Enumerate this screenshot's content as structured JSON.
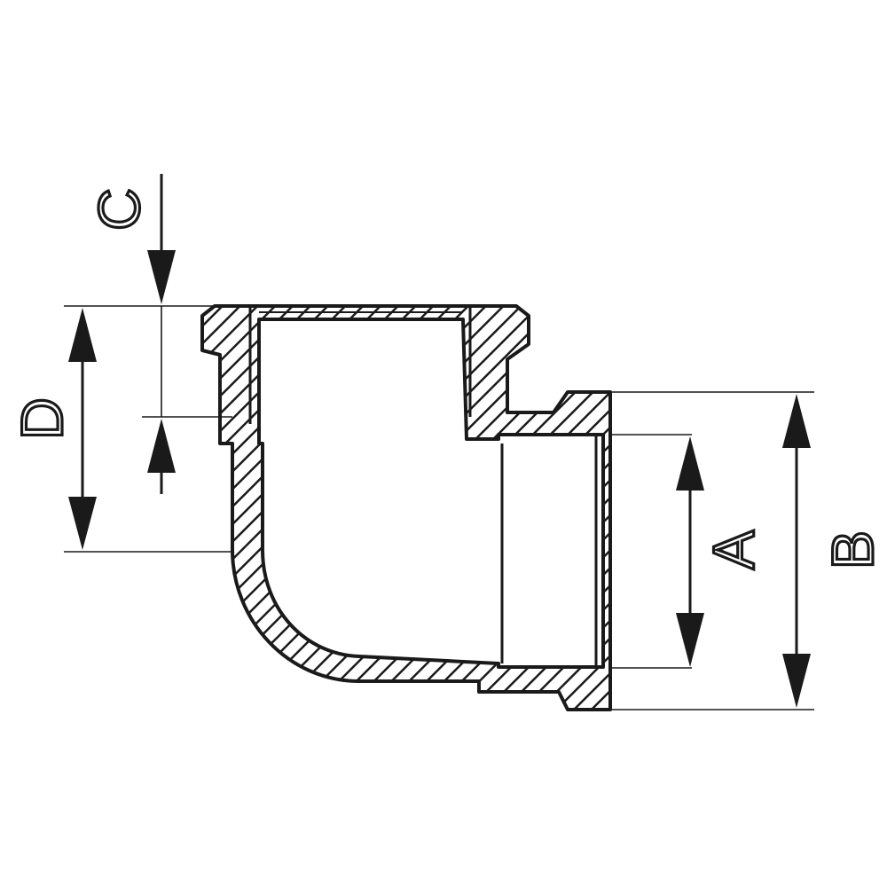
{
  "colors": {
    "line": "#1a1a1a",
    "background": "#ffffff"
  },
  "dimensions": {
    "A": {
      "label": "A"
    },
    "B": {
      "label": "B"
    },
    "C": {
      "label": "C"
    },
    "D": {
      "label": "D"
    }
  }
}
